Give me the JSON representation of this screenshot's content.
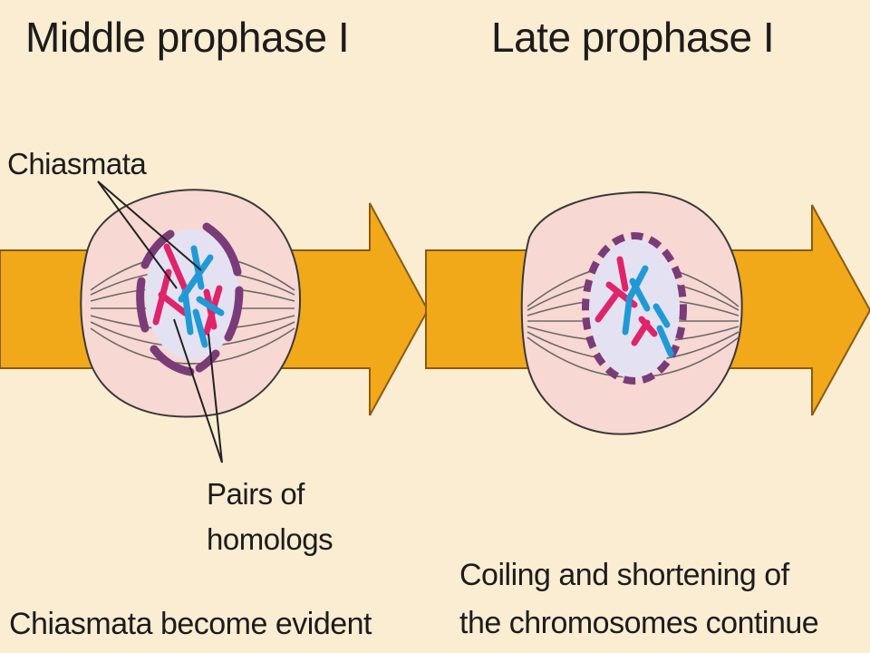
{
  "titles": {
    "middle": "Middle prophase I",
    "late": "Late prophase I"
  },
  "labels": {
    "chiasmata": "Chiasmata",
    "pairs_line1": "Pairs of",
    "pairs_line2": "homologs"
  },
  "captions": {
    "middle": "Chiasmata become evident",
    "late_line1": "Coiling and shortening of",
    "late_line2": "the chromosomes continue"
  },
  "colors": {
    "background": "#fbedd2",
    "arrow": "#f1a91a",
    "arrow_outline": "#8a5a10",
    "cell": "#f8d8d3",
    "nucleus": "#e4e2f2",
    "envelope": "#7a3c78",
    "chromosome_maternal": "#e0246a",
    "chromosome_paternal": "#1f9ad6",
    "spindle": "#6a6a6a"
  }
}
